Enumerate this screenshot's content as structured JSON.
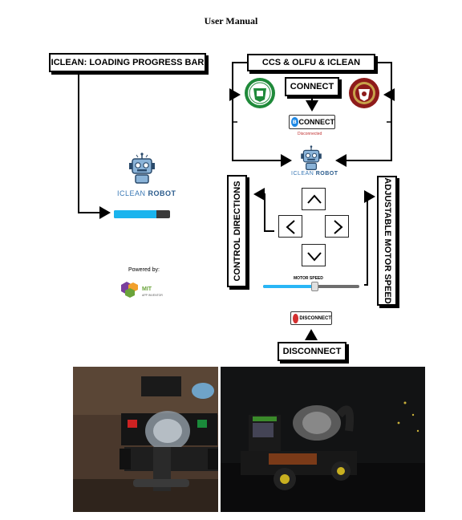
{
  "page_title": "User Manual",
  "callouts": {
    "loading": "ICLEAN: LOADING PROGRESS BAR",
    "logos": "CCS & OLFU & ICLEAN",
    "connect": "CONNECT",
    "control": "CONTROL DIRECTIONS",
    "motor": "ADJUSTABLE MOTOR SPEED",
    "disconnect": "DISCONNECT"
  },
  "splash": {
    "robot_label_a": "ICLEAN",
    "robot_label_b": "ROBOT",
    "progress": 0.76,
    "powered_by": "Powered by:",
    "mit_text": "MIT",
    "mit_sub": "APP INVENTOR"
  },
  "app": {
    "connect_label": "CONNECT",
    "status": "Disconnected",
    "robot_label_a": "ICLEAN",
    "robot_label_b": "ROBOT",
    "motor_speed_label": "MOTOR SPEED",
    "motor_speed_value": 0.53,
    "disconnect_label": "DISCONNECT"
  },
  "colors": {
    "progress_fill": "#1ab4ee",
    "progress_track": "#3b3b3b",
    "slider_fill": "#29b6f6",
    "slider_track": "#6e6e6e",
    "ccs_logo": "#1f8a3a",
    "olfu_logo": "#8e1b1b",
    "bluetooth": "#1e88e5",
    "disconnect_icon": "#d32f2f"
  },
  "icons": [
    "robot-icon",
    "ccs-logo",
    "olfu-logo",
    "bluetooth-icon",
    "chevron-up-icon",
    "chevron-left-icon",
    "chevron-right-icon",
    "chevron-down-icon",
    "mit-app-inventor-logo"
  ]
}
